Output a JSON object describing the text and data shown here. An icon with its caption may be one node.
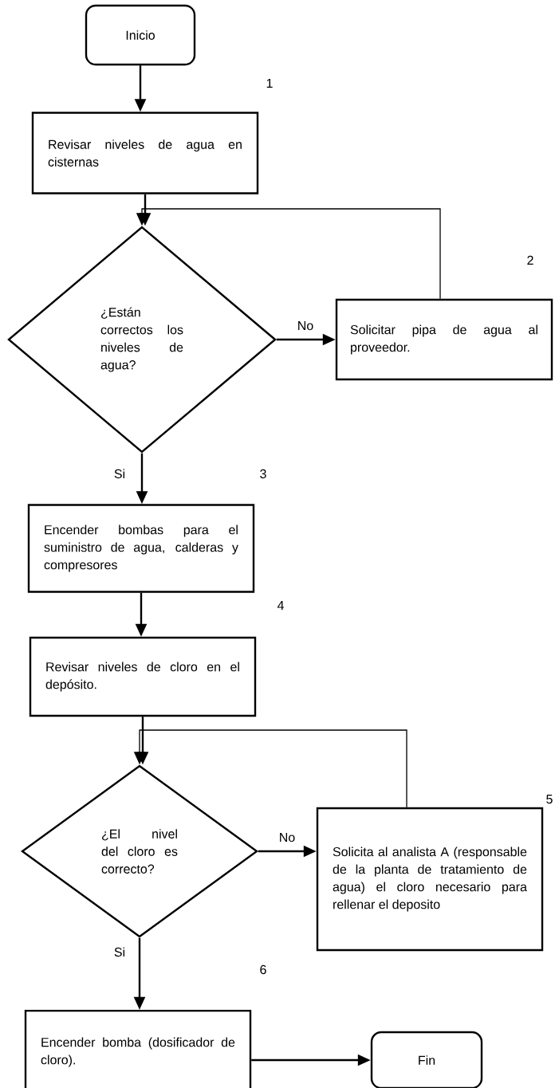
{
  "diagram": {
    "nodes": [
      {
        "text": [
          "Inicio"
        ]
      },
      {
        "text": [
          "Revisar niveles de agua en cisternas"
        ],
        "beside": [
          "1"
        ]
      },
      {
        "text": [
          "¿Están correctos los niveles de agua?"
        ]
      },
      {
        "text": [
          "Solicitar pipa de agua al proveedor."
        ],
        "beside": [
          "2"
        ]
      },
      {
        "text": [
          "Encender bombas para el suministro de agua, calderas y compresores"
        ],
        "beside": [
          "3"
        ]
      },
      {
        "text": [
          "Revisar niveles de cloro en el depósito."
        ],
        "beside": [
          "4"
        ]
      },
      {
        "text": [
          "¿El nivel del cloro es correcto?"
        ]
      },
      {
        "text": [
          "Solicita al analista A (responsable de la planta de tratamiento de agua) el cloro necesario para rellenar el deposito"
        ],
        "beside": [
          "5"
        ]
      },
      {
        "text": [
          "Encender bomba (dosificador de cloro)."
        ],
        "beside": [
          "6"
        ]
      },
      {
        "text": [
          "Fin"
        ]
      }
    ],
    "edges": [
      {
        "from": 0,
        "to": 1,
        "arrow": "to"
      },
      {
        "from": 1,
        "to": 2,
        "arrow": "to"
      },
      {
        "from": 2,
        "to": 3,
        "arrow": "to",
        "label": "No"
      },
      {
        "from": 3,
        "to": 2,
        "arrow": "to"
      },
      {
        "from": 2,
        "to": 4,
        "arrow": "to",
        "label": "Si"
      },
      {
        "from": 4,
        "to": 5,
        "arrow": "to"
      },
      {
        "from": 5,
        "to": 6,
        "arrow": "to"
      },
      {
        "from": 6,
        "to": 7,
        "arrow": "to",
        "label": "No"
      },
      {
        "from": 7,
        "to": 6,
        "arrow": "to"
      },
      {
        "from": 6,
        "to": 8,
        "arrow": "to",
        "label": "Si"
      },
      {
        "from": 8,
        "to": 9,
        "arrow": "to"
      }
    ]
  }
}
